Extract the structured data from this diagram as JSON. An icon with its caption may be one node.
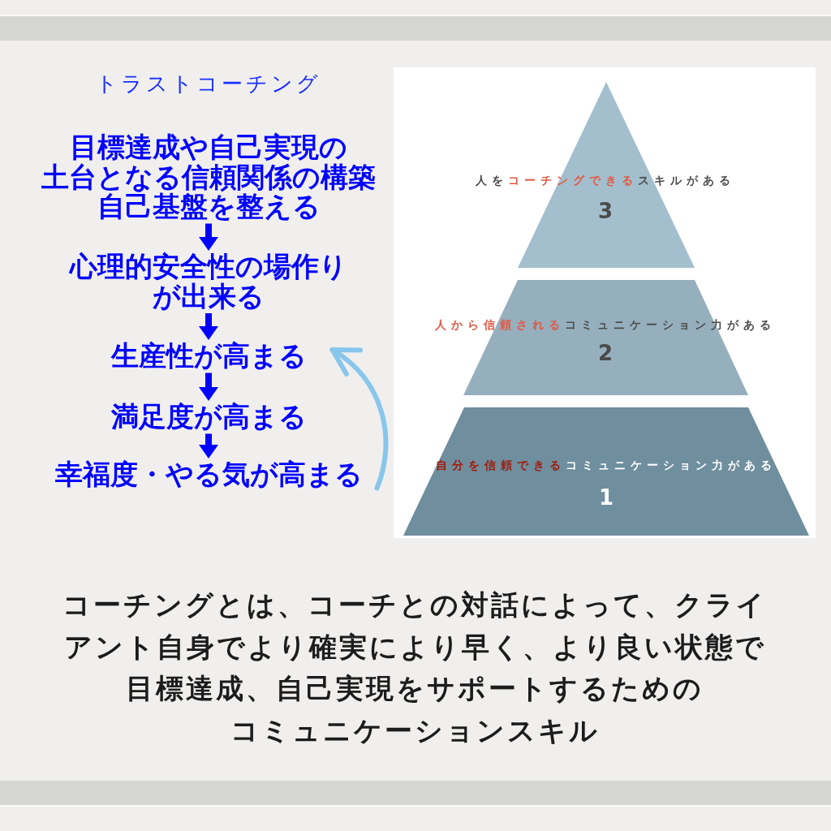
{
  "diagram": {
    "title": "トラストコーチング",
    "caption": "コーチングとは、コーチとの対話によって、クライアント自身でより確実により早く、より良い状態で目標達成、自己実現をサポートするためのコミュニケーションスキル",
    "nodes": [
      {
        "text": [
          "目標達成や自己実現の土台となる信頼関係の構築",
          "自己基盤を整える"
        ]
      },
      {
        "text": [
          "心理的安全性の場作りが出来る"
        ]
      },
      {
        "text": [
          "生産性が高まる"
        ]
      },
      {
        "text": [
          "満足度が高まる"
        ]
      },
      {
        "text": [
          "幸福度・やる気が高まる"
        ]
      },
      {
        "text": [],
        "shape": "box"
      },
      {
        "text": [
          "人を**コーチングできる**スキルがある",
          "3"
        ],
        "in": 5
      },
      {
        "text": [
          "**人から信頼される**コミュニケーション力がある",
          "2"
        ],
        "in": 5
      },
      {
        "text": [
          "**自分を信頼できる**コミュニケーション力がある",
          "1"
        ],
        "in": 5
      }
    ],
    "edges": [
      {
        "from": 0,
        "to": 1,
        "arrow": "to"
      },
      {
        "from": 1,
        "to": 2,
        "arrow": "to"
      },
      {
        "from": 2,
        "to": 3,
        "arrow": "to"
      },
      {
        "from": 3,
        "to": 4,
        "arrow": "to"
      },
      {
        "from": 4,
        "to": 2,
        "arrow": "to",
        "color": "#88c6ec"
      }
    ]
  }
}
